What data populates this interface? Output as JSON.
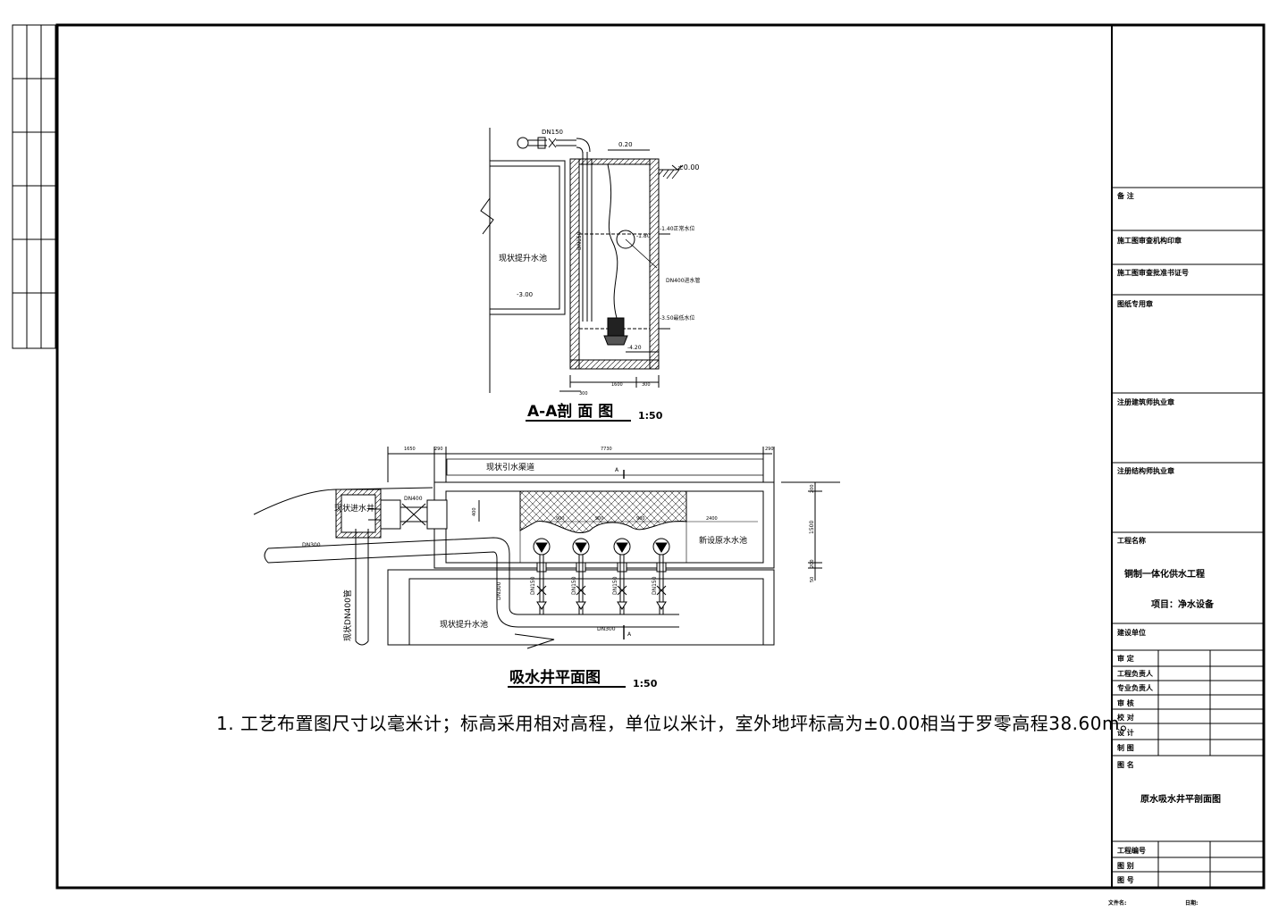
{
  "section_title": "A-A剖 面 图",
  "section_scale": "1:50",
  "plan_title": "吸水井平面图",
  "plan_scale": "1:50",
  "note": "1. 工艺布置图尺寸以毫米计；标高采用相对高程，单位以米计，室外地坪标高为±0.00相当于罗零高程38.60m。",
  "section": {
    "dn150": "DN150",
    "w020": "0.20",
    "elev_000": "±0.00",
    "elev_140": "-1.40正常水位",
    "elev_180": "-1.80",
    "dn400_pipe": "DN400进水管",
    "elev_350": "-3.50最低水位",
    "elev_420": "-4.20",
    "dn150_vert": "DN150",
    "existing_pool": "现状提升水池",
    "elev_300": "-3.00",
    "dim_1600": "1600",
    "dim_300": "300",
    "dim_b": "300"
  },
  "plan": {
    "dim_1650": "1650",
    "dim_290a": "290",
    "dim_7730": "7730",
    "dim_290b": "290",
    "channel": "现状引水渠道",
    "cut_a_top": "A",
    "cut_a_bottom": "A",
    "inlet_well": "现状进水井",
    "dn400": "DN400",
    "dim_400": "400",
    "dn300_a": "DN300",
    "new_pool": "新设原水水池",
    "dim_2400": "2400",
    "dim_900a": "900",
    "dim_900b": "900",
    "dim_900c": "900",
    "dim_200a": "200",
    "dim_1500": "1500",
    "dim_200b": "200",
    "dim_50": "50",
    "dn300_b": "DN300",
    "dn150_1": "DN150",
    "dn150_2": "DN150",
    "dn150_3": "DN150",
    "dn150_4": "DN150",
    "dn300_c": "DN300",
    "existing_pool": "现状提升水池",
    "existing_dn400": "现状DN400管"
  },
  "title_block": {
    "remarks": "备    注",
    "license1": "施工图审查机构印章",
    "license2": "施工图审查批准书证号",
    "seal": "图纸专用章",
    "reg_engineer": "注册建筑师执业章",
    "reg_struct": "注册结构师执业章",
    "project_name_label": "工程名称",
    "project_name": "铜制一体化供水工程",
    "item": "项目：净水设备",
    "owner": "建设单位",
    "approve": "审    定",
    "proj_lead": "工程负责人",
    "disc_lead": "专业负责人",
    "review": "审    核",
    "check": "校    对",
    "design": "设    计",
    "draw": "制    图",
    "drawing_name_label": "图    名",
    "drawing_name": "原水吸水井平剖面图",
    "project_no": "工程编号",
    "scale_label": "图    别",
    "sheet_no": "图    号",
    "footer_a": "文件名:",
    "footer_b": "日期:"
  }
}
